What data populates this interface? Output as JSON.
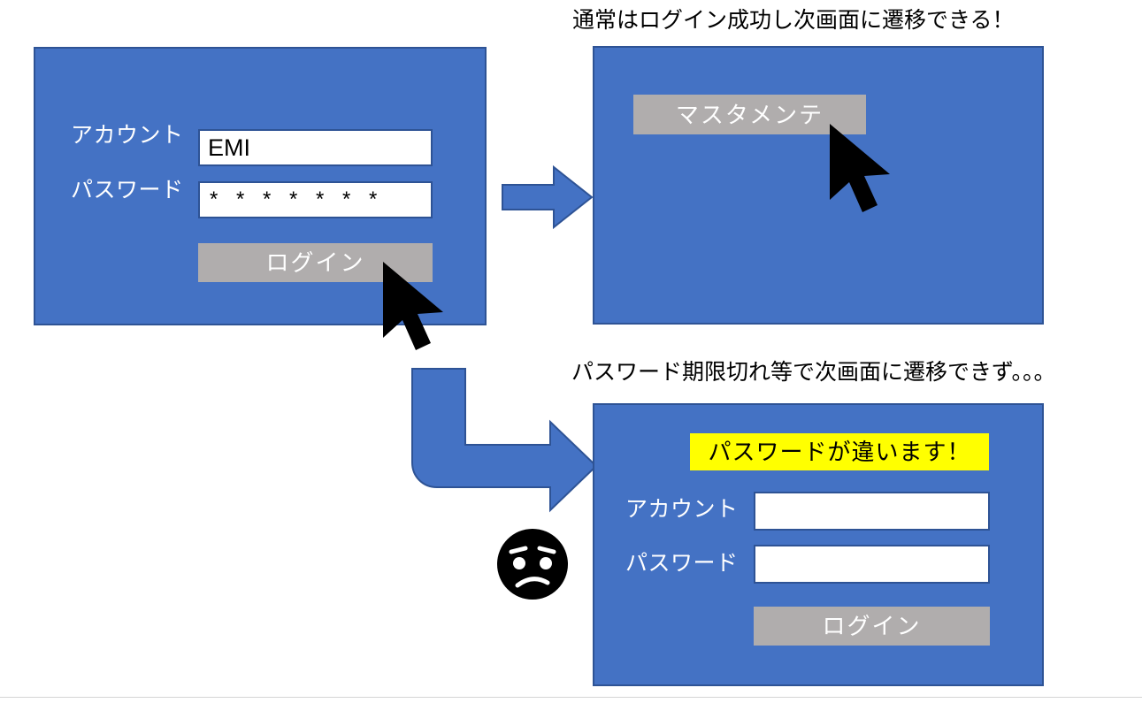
{
  "diagram": {
    "title_flow": "Login flow: normal success vs. password-expired failure",
    "colors": {
      "screen_fill": "#4472C4",
      "screen_border": "#2E5395",
      "button_gray": "#B0ADAD",
      "alert_yellow": "#FFFF00",
      "arrow_fill": "#4472C4",
      "arrow_border": "#2E5395",
      "face_black": "#000000",
      "divider_gray": "#D4D4D4"
    }
  },
  "login_screen": {
    "name": "login-screen",
    "account": {
      "label": "アカウント",
      "value": "EMI",
      "placeholder": ""
    },
    "password": {
      "label": "パスワード",
      "value": "* * * * * * *",
      "placeholder": ""
    },
    "login_button": {
      "label": "ログイン"
    },
    "cursor": "mouse-pointer-icon"
  },
  "success_screen": {
    "caption": "通常はログイン成功し次画面に遷移できる！",
    "master_maintenance_button": {
      "label": "マスタメンテ"
    },
    "cursor": "mouse-pointer-icon"
  },
  "failure_screen": {
    "caption": "パスワード期限切れ等で次画面に遷移できず。。。",
    "alert": {
      "text": "パスワードが違います！"
    },
    "account": {
      "label": "アカウント",
      "value": "",
      "placeholder": ""
    },
    "password": {
      "label": "パスワード",
      "value": "",
      "placeholder": ""
    },
    "login_button": {
      "label": "ログイン"
    },
    "sad_face": "sad-face-icon"
  },
  "arrows": {
    "straight_right": "arrow-right-icon",
    "bent_down_right": "arrow-bent-down-right-icon"
  }
}
